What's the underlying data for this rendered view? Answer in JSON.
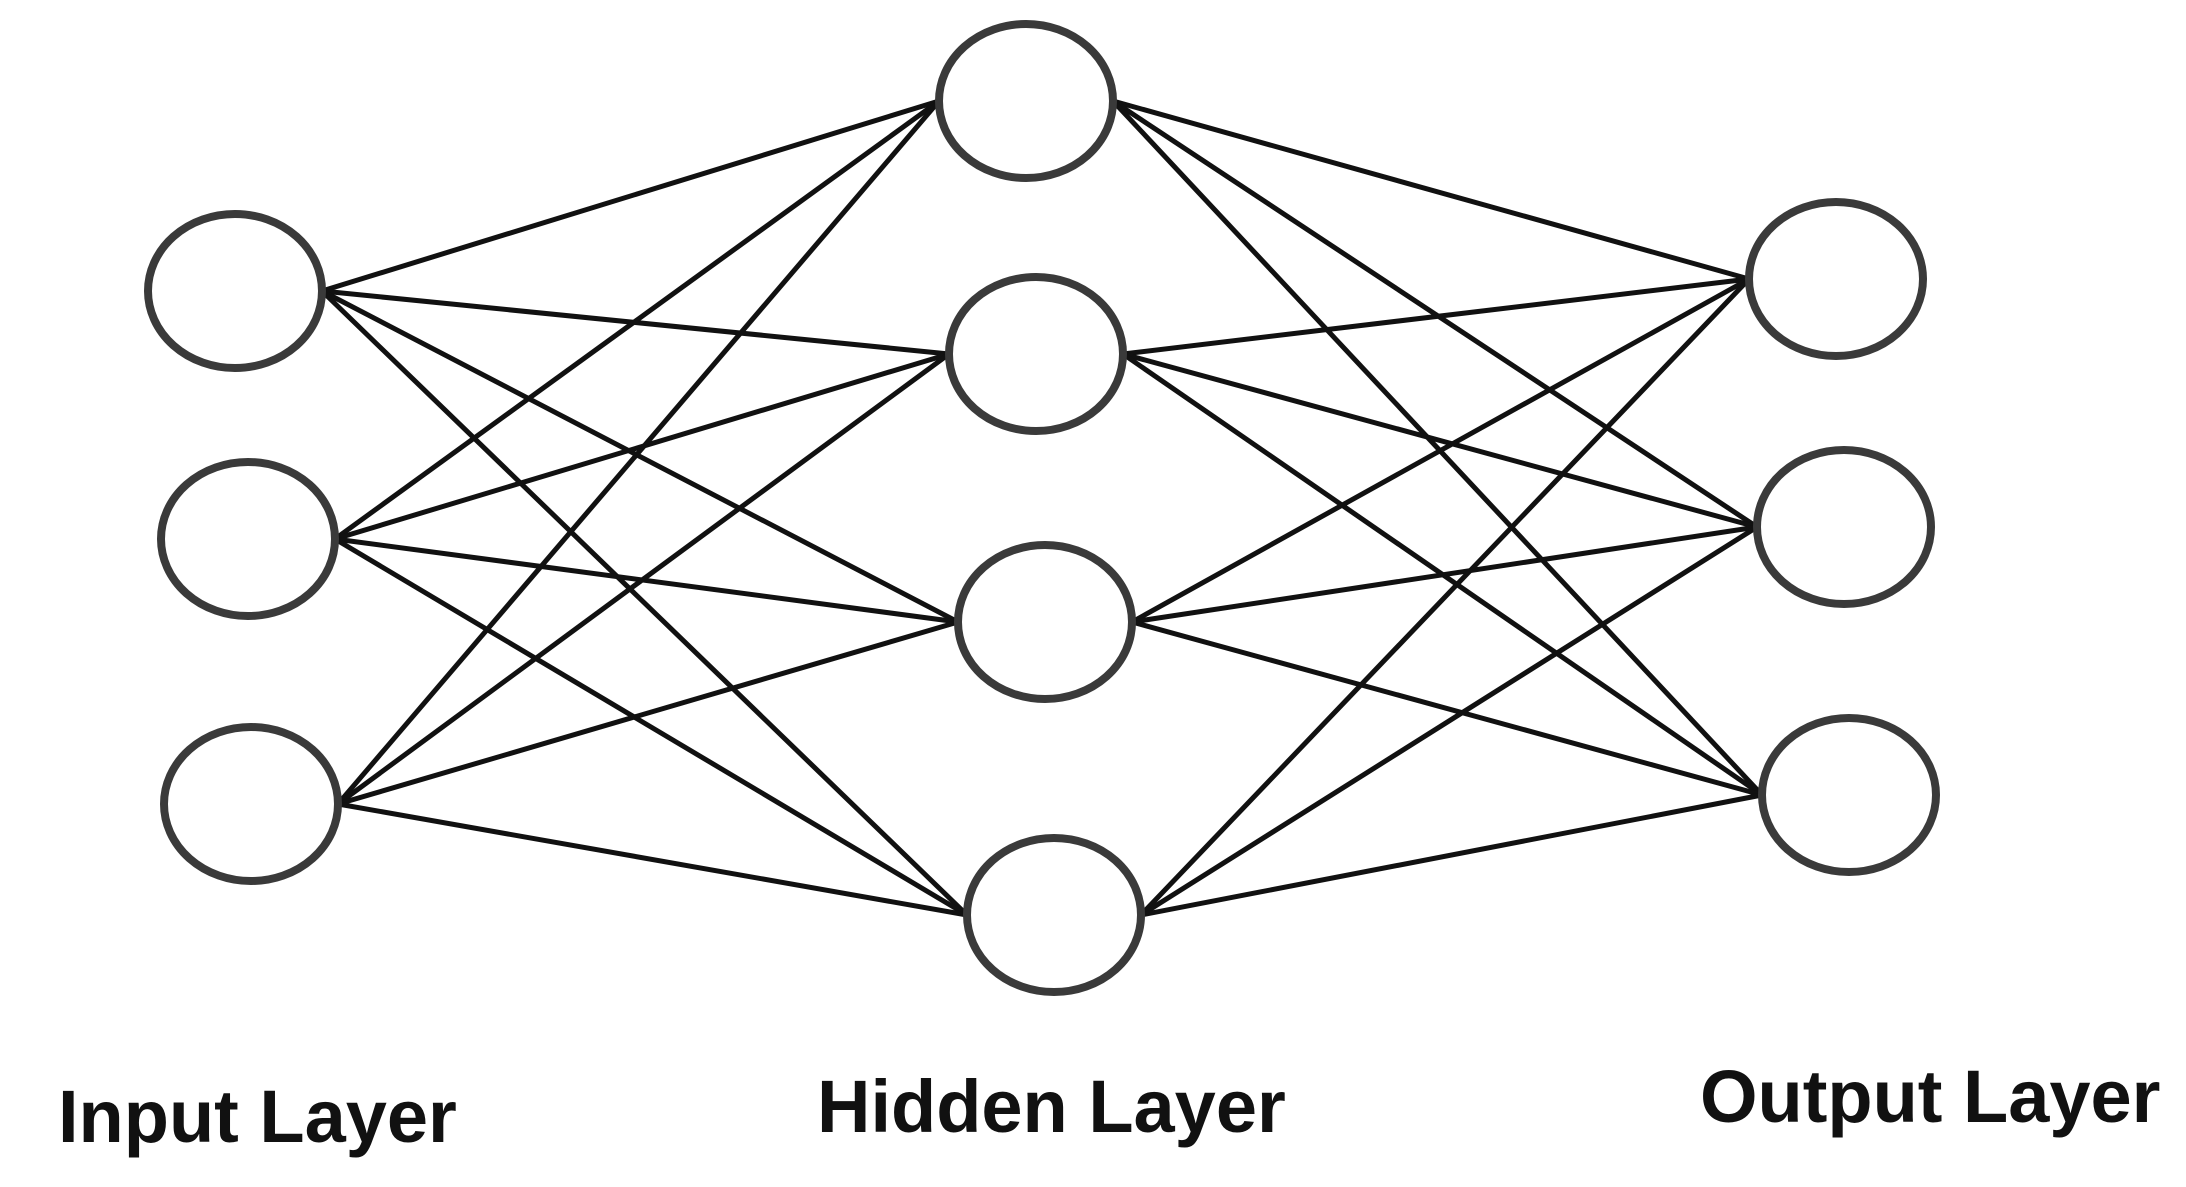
{
  "diagram": {
    "layers": [
      {
        "id": "input",
        "label": "Input Layer",
        "neurons": 3
      },
      {
        "id": "hidden",
        "label": "Hidden Layer",
        "neurons": 4
      },
      {
        "id": "output",
        "label": "Output Layer",
        "neurons": 3
      }
    ],
    "connections": "fully-connected",
    "colors": {
      "node_stroke": "#3a3a3a",
      "edge": "#111111",
      "text": "#111111",
      "background": "#ffffff"
    }
  }
}
